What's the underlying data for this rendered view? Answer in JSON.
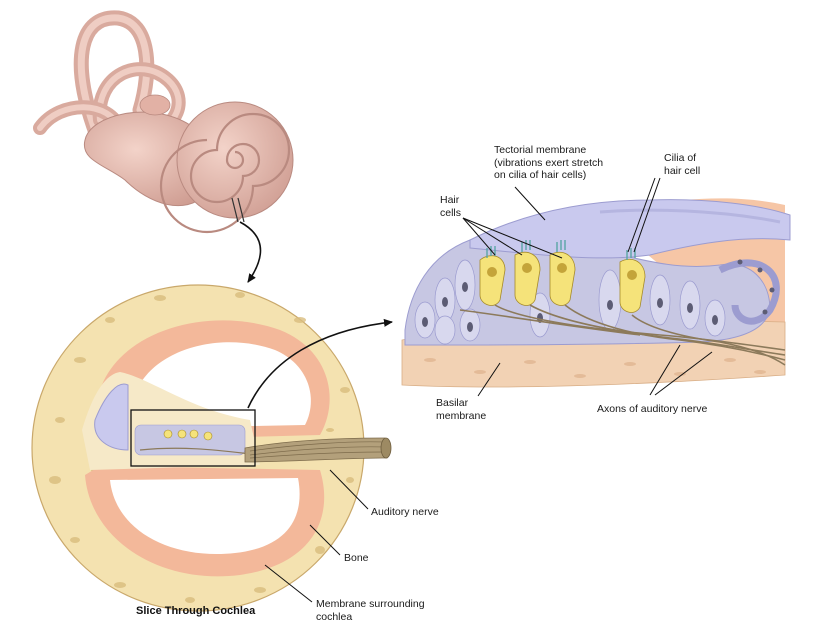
{
  "labels": {
    "tectorial": "Tectorial membrane\n(vibrations exert stretch\non cilia of hair cells)",
    "cilia": "Cilia of\nhair cell",
    "hair_cells": "Hair\ncells",
    "basilar": "Basilar\nmembrane",
    "axons": "Axons of auditory nerve",
    "auditory_nerve": "Auditory nerve",
    "bone": "Bone",
    "membrane_surrounding": "Membrane surrounding\ncochlea"
  },
  "caption": "Slice Through Cochlea",
  "colors": {
    "bone": "#f4e2b0",
    "bone_spots": "#d9bd7e",
    "membrane": "#f3b89a",
    "ear": "#e8bfb3",
    "tectorial": "#c9c9ee",
    "support_cells": "#c7c7e3",
    "hair_cell": "#f5e37a",
    "basilar": "#f2d2b4",
    "nerve": "#8c7a5b"
  }
}
